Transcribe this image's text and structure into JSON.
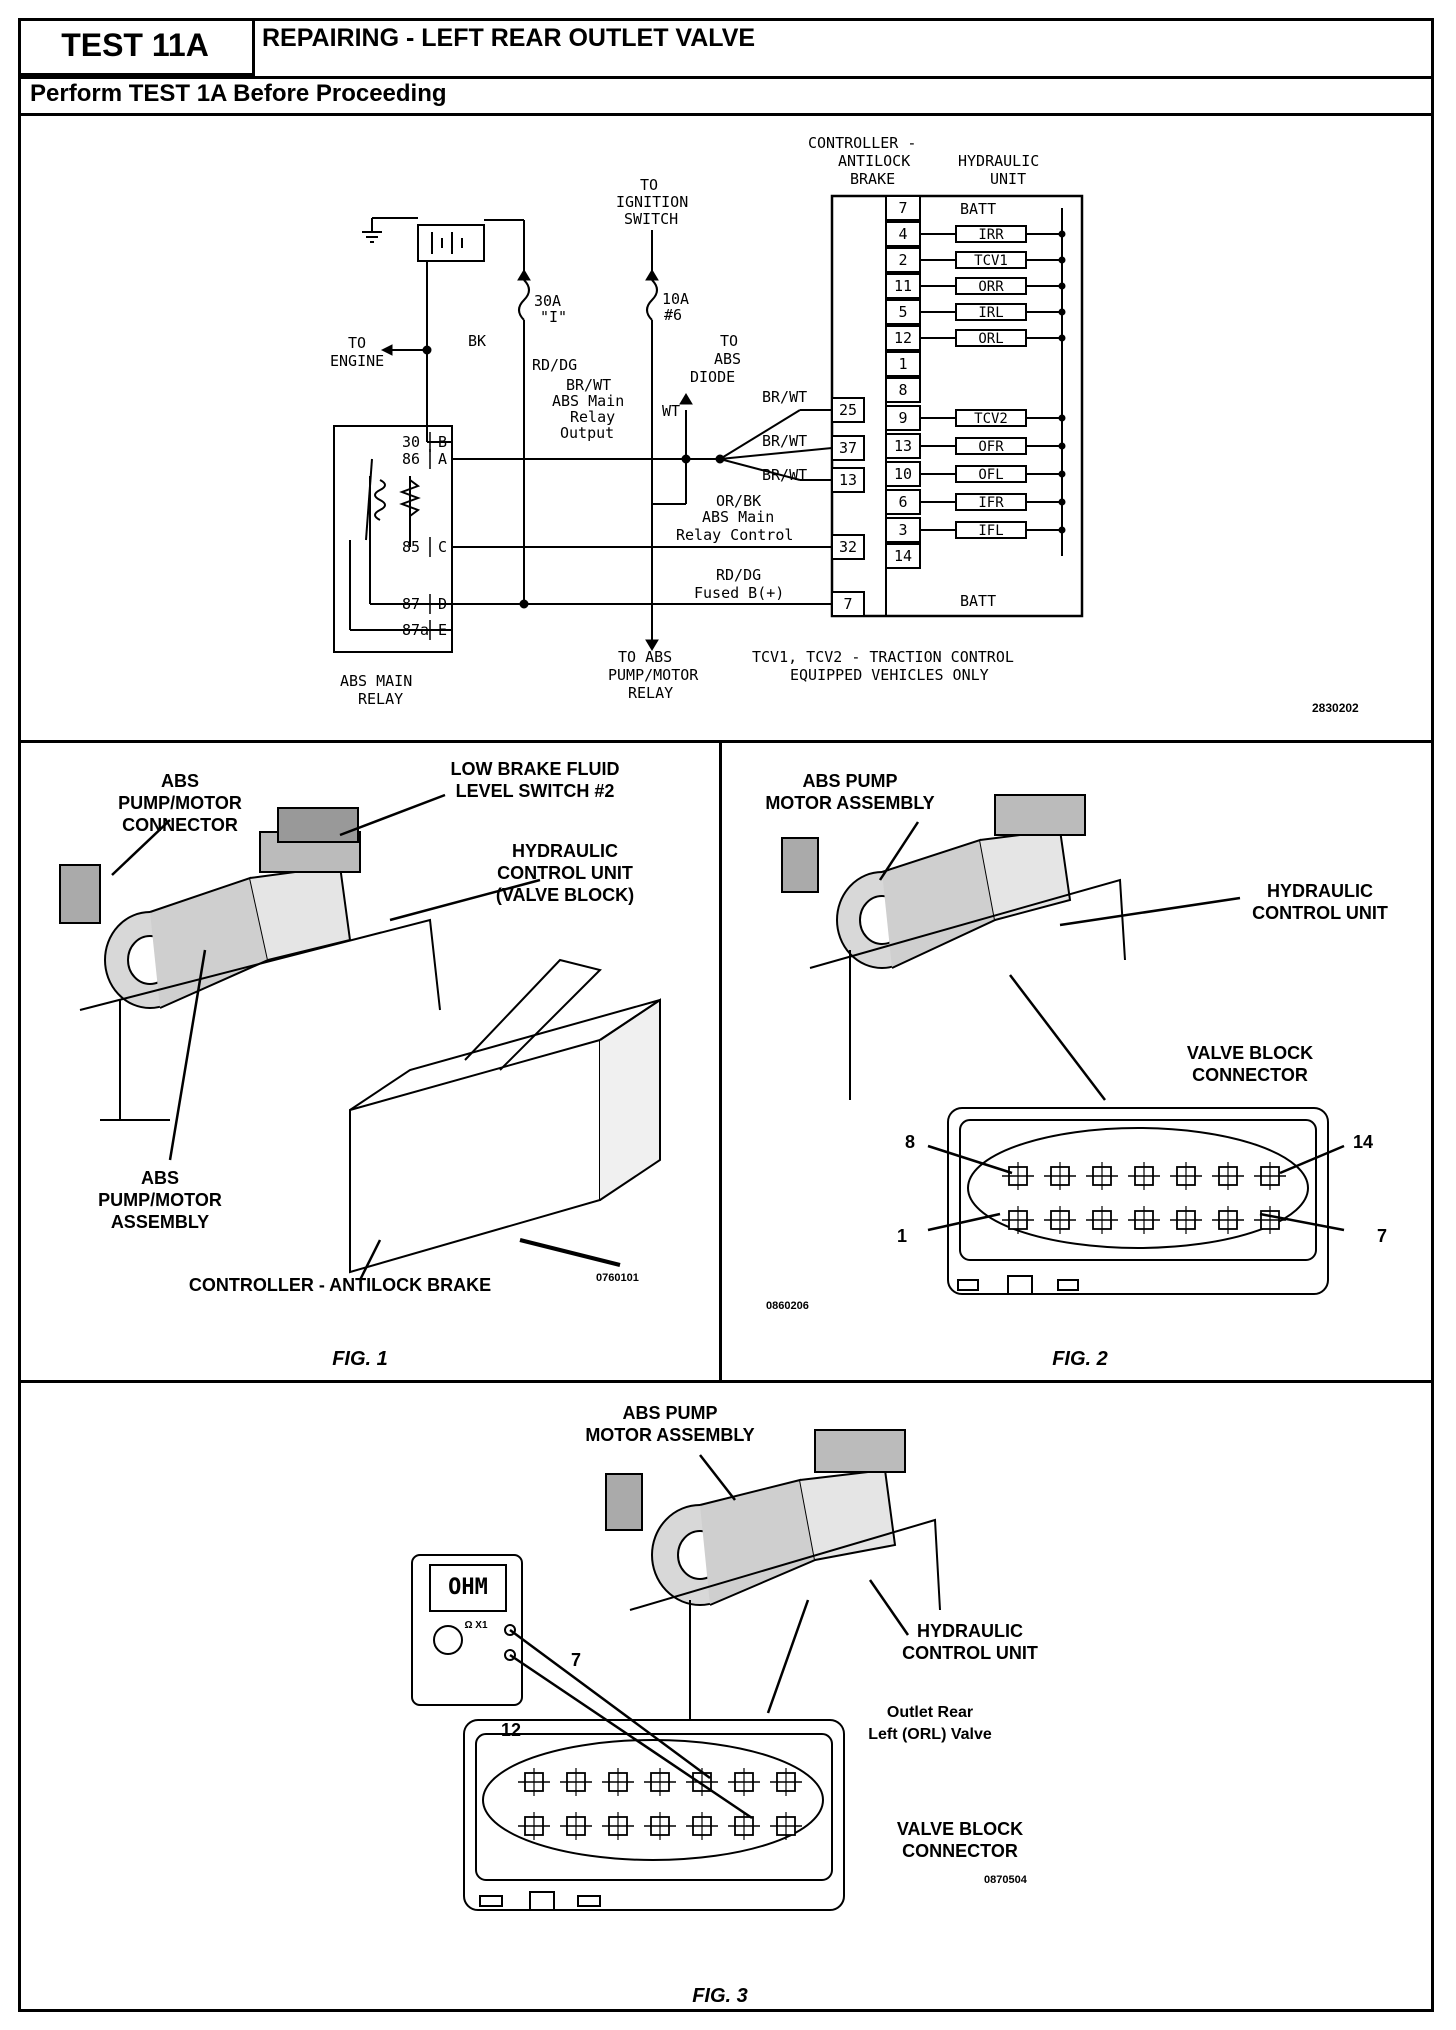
{
  "header": {
    "test_id": "TEST 11A",
    "title": "REPAIRING - LEFT REAR OUTLET VALVE",
    "subtitle": "Perform TEST 1A Before Proceeding"
  },
  "schematic": {
    "ref_code": "2830202",
    "controller_title_1": "CONTROLLER -",
    "controller_title_2": "ANTILOCK",
    "controller_title_3": "BRAKE",
    "hyd_title_1": "HYDRAULIC",
    "hyd_title_2": "UNIT",
    "ignition_1": "TO",
    "ignition_2": "IGNITION",
    "ignition_3": "SWITCH",
    "fuse30_1": "30A",
    "fuse30_2": "\"I\"",
    "fuse10_1": "10A",
    "fuse10_2": "#6",
    "engine_1": "TO",
    "engine_2": "ENGINE",
    "bk": "BK",
    "rd_dg": "RD/DG",
    "abs_diode_1": "TO",
    "abs_diode_2": "ABS",
    "abs_diode_3": "DIODE",
    "br_wt_out_1": "BR/WT",
    "br_wt_out_2": "ABS Main",
    "br_wt_out_3": "Relay",
    "br_wt_out_4": "Output",
    "wt": "WT",
    "br_wt": "BR/WT",
    "or_bk_1": "OR/BK",
    "or_bk_2": "ABS Main",
    "or_bk_3": "Relay Control",
    "rd_dg_fused_1": "RD/DG",
    "rd_dg_fused_2": "Fused B(+)",
    "pump_relay_1": "TO ABS",
    "pump_relay_2": "PUMP/MOTOR",
    "pump_relay_3": "RELAY",
    "main_relay_1": "ABS MAIN",
    "main_relay_2": "RELAY",
    "relay_pins": [
      "30",
      "B",
      "86",
      "A",
      "85",
      "C",
      "87",
      "D",
      "87a",
      "E"
    ],
    "ctrl_pins": [
      "25",
      "37",
      "13",
      "32",
      "7"
    ],
    "hyd_pins": [
      "7",
      "4",
      "2",
      "11",
      "5",
      "12",
      "1",
      "8",
      "9",
      "13",
      "10",
      "6",
      "3",
      "14"
    ],
    "valves": [
      "IRR",
      "TCV1",
      "ORR",
      "IRL",
      "ORL",
      "TCV2",
      "OFR",
      "OFL",
      "IFR",
      "IFL"
    ],
    "batt": "BATT",
    "tcv_note_1": "TCV1, TCV2 - TRACTION CONTROL",
    "tcv_note_2": "EQUIPPED VEHICLES ONLY"
  },
  "fig1": {
    "caption": "FIG. 1",
    "ref_code": "0760101",
    "conn_1": "ABS",
    "conn_2": "PUMP/MOTOR",
    "conn_3": "CONNECTOR",
    "switch_1": "LOW BRAKE FLUID",
    "switch_2": "LEVEL SWITCH #2",
    "hcu_1": "HYDRAULIC",
    "hcu_2": "CONTROL UNIT",
    "hcu_3": "(VALVE BLOCK)",
    "asm_1": "ABS",
    "asm_2": "PUMP/MOTOR",
    "asm_3": "ASSEMBLY",
    "controller": "CONTROLLER - ANTILOCK BRAKE"
  },
  "fig2": {
    "caption": "FIG. 2",
    "ref_code": "0860206",
    "pump_1": "ABS PUMP",
    "pump_2": "MOTOR ASSEMBLY",
    "hcu_1": "HYDRAULIC",
    "hcu_2": "CONTROL UNIT",
    "vbc_1": "VALVE BLOCK",
    "vbc_2": "CONNECTOR",
    "pin_8": "8",
    "pin_14": "14",
    "pin_1": "1",
    "pin_7": "7"
  },
  "fig3": {
    "caption": "FIG. 3",
    "ref_code": "0870504",
    "pump_1": "ABS PUMP",
    "pump_2": "MOTOR ASSEMBLY",
    "ohm": "OHM",
    "range": "Ω X1",
    "lead_7": "7",
    "lead_12": "12",
    "hcu_1": "HYDRAULIC",
    "hcu_2": "CONTROL UNIT",
    "orl_1": "Outlet Rear",
    "orl_2": "Left (ORL) Valve",
    "vbc_1": "VALVE BLOCK",
    "vbc_2": "CONNECTOR"
  }
}
